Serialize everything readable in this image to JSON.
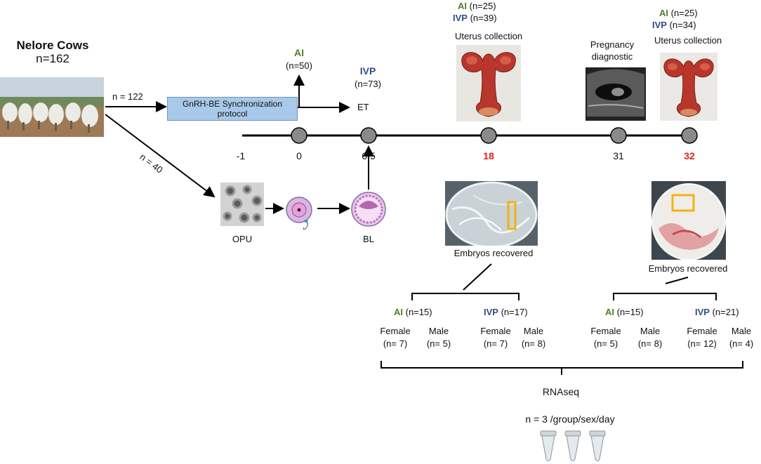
{
  "header": {
    "title": "Nelore Cows",
    "count": "n=162"
  },
  "branches": {
    "upper_n": "n = 122",
    "lower_n": "n = 40"
  },
  "sync_box": {
    "line1": "GnRH-BE  Synchronization",
    "line2": "protocol"
  },
  "ai_top": {
    "label": "AI",
    "n": "(n=50)"
  },
  "ivp_top": {
    "label": "IVP",
    "n": "(n=73)"
  },
  "et_label": "ET",
  "day18_top": {
    "ai": "AI",
    "ai_n": "(n=25)",
    "ivp": "IVP",
    "ivp_n": "(n=39)",
    "caption": "Uterus collection"
  },
  "day32_top": {
    "ai": "AI",
    "ai_n": "(n=25)",
    "ivp": "IVP",
    "ivp_n": "(n=34)",
    "caption": "Uterus collection"
  },
  "pregnancy": {
    "line1": "Pregnancy",
    "line2": "diagnostic"
  },
  "timeline": {
    "days": [
      "-1",
      "0",
      "6.5",
      "18",
      "31",
      "32"
    ]
  },
  "opu_label": "OPU",
  "bl_label": "BL",
  "embryos_18": "Embryos recovered",
  "embryos_32": "Embryos recovered",
  "groups_18": {
    "ai": "AI",
    "ai_n": "(n=15)",
    "ivp": "IVP",
    "ivp_n": "(n=17)",
    "cells": [
      {
        "sex": "Female",
        "n": "(n= 7)"
      },
      {
        "sex": "Male",
        "n": "(n= 5)"
      },
      {
        "sex": "Female",
        "n": "(n= 7)"
      },
      {
        "sex": "Male",
        "n": "(n= 8)"
      }
    ]
  },
  "groups_32": {
    "ai": "AI",
    "ai_n": "(n=15)",
    "ivp": "IVP",
    "ivp_n": "(n=21)",
    "cells": [
      {
        "sex": "Female",
        "n": "(n= 5)"
      },
      {
        "sex": "Male",
        "n": "(n= 8)"
      },
      {
        "sex": "Female",
        "n": "(n= 12)"
      },
      {
        "sex": "Male",
        "n": "(n= 4)"
      }
    ]
  },
  "rnaseq": "RNAseq",
  "sampling": "n = 3 /group/sex/day",
  "colors": {
    "ai": "#4f7f2a",
    "ivp": "#2e4f8c",
    "highlight_day": "#e0211b",
    "box_fill": "#a9c9ea",
    "roi": "#f2b312"
  }
}
